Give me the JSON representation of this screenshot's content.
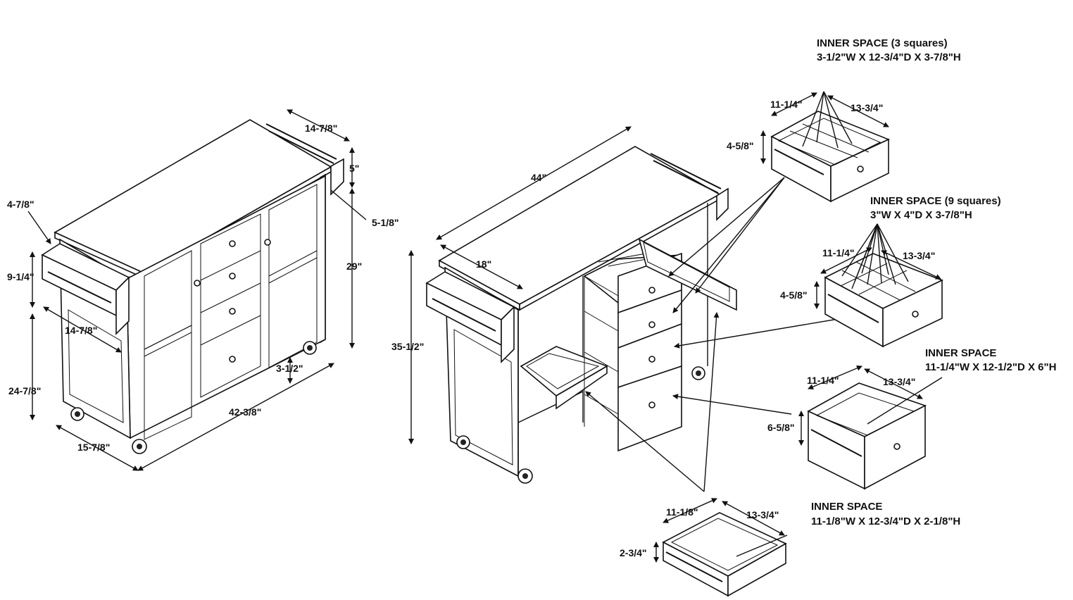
{
  "colors": {
    "line": "#111111",
    "background": "#ffffff"
  },
  "left_cart": {
    "labels": {
      "top_rail_depth": "14-7/8\"",
      "rail_drop": "5\"",
      "side_offset": "5-1/8\"",
      "towel_depth": "4-7/8\"",
      "towel_height": "9-1/4\"",
      "height": "29\"",
      "inner_depth": "14-7/8\"",
      "lower_height": "24-7/8\"",
      "toe_clearance": "3-1/2\"",
      "depth": "15-7/8\"",
      "width": "42-3/8\""
    }
  },
  "right_cart": {
    "labels": {
      "total_width": "44\"",
      "top_depth": "18\"",
      "total_height": "35-1/2\""
    }
  },
  "drawers": [
    {
      "title": "INNER SPACE (3 squares)",
      "dims": "3-1/2\"W X 12-3/4\"D X 3-7/8\"H",
      "w_label": "11-1/4\"",
      "d_label": "13-3/4\"",
      "h_label": "4-5/8\""
    },
    {
      "title": "INNER SPACE (9 squares)",
      "dims": "3\"W X 4\"D X 3-7/8\"H",
      "w_label": "11-1/4\"",
      "d_label": "13-3/4\"",
      "h_label": "4-5/8\""
    },
    {
      "title": "INNER SPACE",
      "dims": "11-1/4\"W X 12-1/2\"D X 6\"H",
      "w_label": "11-1/4\"",
      "d_label": "13-3/4\"",
      "h_label": "6-5/8\""
    },
    {
      "title": "INNER SPACE",
      "dims": "11-1/8\"W X 12-3/4\"D X 2-1/8\"H",
      "w_label": "11-1/8\"",
      "d_label": "13-3/4\"",
      "h_label": "2-3/4\""
    }
  ]
}
